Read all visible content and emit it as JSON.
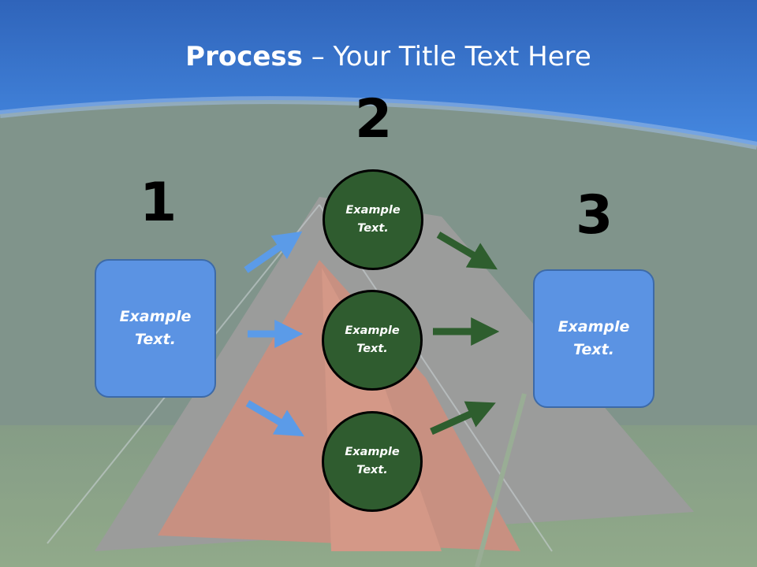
{
  "title": {
    "bold": "Process",
    "dash": " – ",
    "rest": "Your Title Text Here"
  },
  "numbers": {
    "n1": "1",
    "n2": "2",
    "n3": "3"
  },
  "boxes": {
    "left": "Example\nText.",
    "right": "Example\nText."
  },
  "circles": {
    "top": "Example\nText.",
    "middle": "Example\nText.",
    "bottom": "Example\nText."
  },
  "colors": {
    "header_blue": "#3b7ad9",
    "box_blue": "#5b93e3",
    "circle_green": "#2f5c2f",
    "arrow_blue": "#5b9be8",
    "arrow_green": "#2e5e2e"
  }
}
